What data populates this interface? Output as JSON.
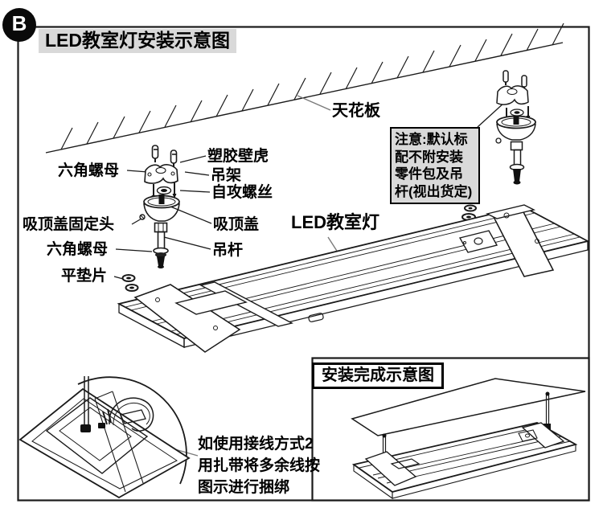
{
  "marker": "B",
  "title": "LED教室灯安装示意图",
  "labels": {
    "ceiling": "天花板",
    "light": "LED教室灯",
    "plastic_anchor": "塑胶壁虎",
    "hex_nut_top": "六角螺母",
    "hanger_bracket": "吊架",
    "self_tapping_screw": "自攻螺丝",
    "ceiling_cover_fixing_head": "吸顶盖固定头",
    "ceiling_cover": "吸顶盖",
    "hex_nut_bottom": "六角螺母",
    "hanging_rod": "吊杆",
    "flat_washer": "平垫片"
  },
  "note_box": {
    "lines": [
      "注意:默认标",
      "配不附安装",
      "零件包及吊",
      "杆(视出货定)"
    ]
  },
  "wiring_note": {
    "lines": [
      "如使用接线方式2",
      "用扎带将多余线按",
      "图示进行捆绑"
    ]
  },
  "finished_view": {
    "title": "安装完成示意图"
  },
  "colors": {
    "ink": "#1a1a1a",
    "label_bg": "#d9d9d9",
    "leader_gray": "#7a7a7a"
  }
}
